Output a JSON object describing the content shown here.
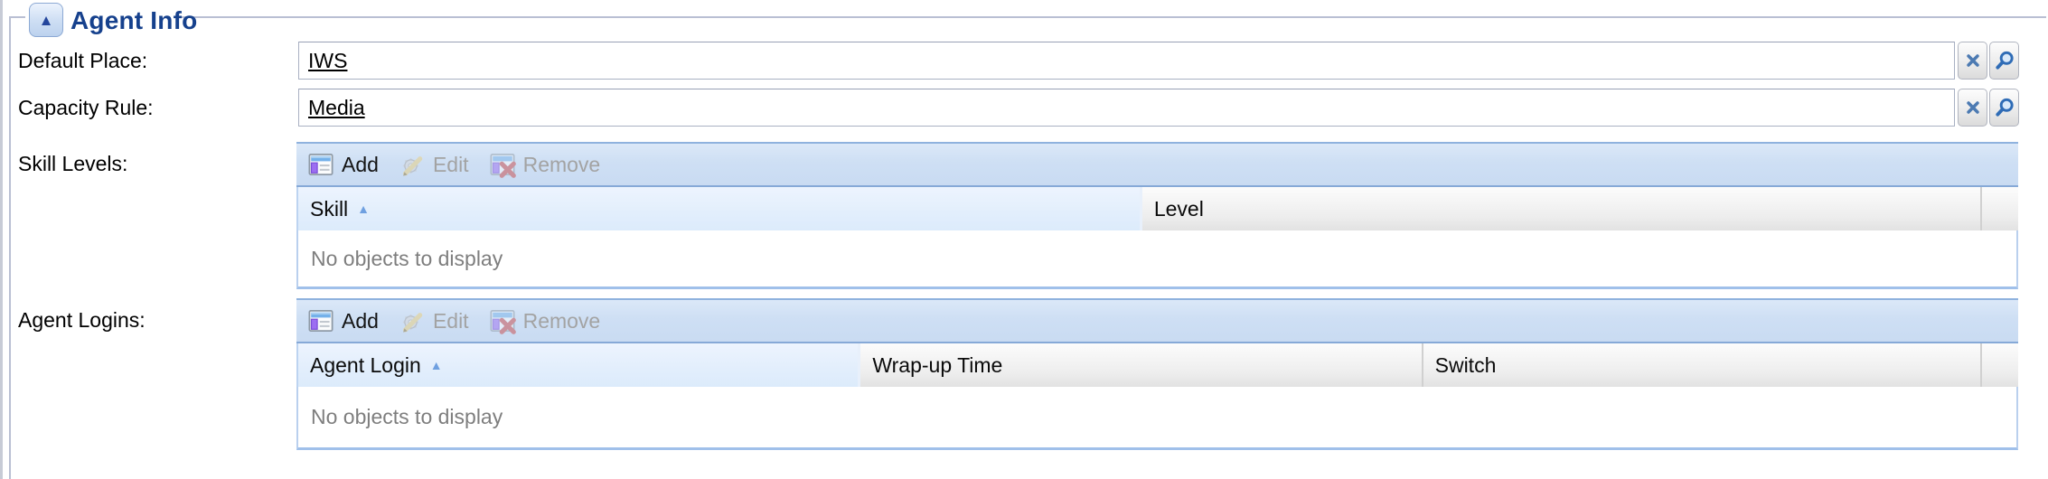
{
  "panel": {
    "title": "Agent Info",
    "collapse_icon": "chevron-up"
  },
  "icons": {
    "collapse": "▲",
    "sort_asc": "▲"
  },
  "fields": [
    {
      "label": "Default Place:",
      "value": "IWS",
      "clear_icon": "x-clear-icon",
      "lookup_icon": "magnifier-icon"
    },
    {
      "label": "Capacity Rule:",
      "value": "Media",
      "clear_icon": "x-clear-icon",
      "lookup_icon": "magnifier-icon"
    }
  ],
  "sections": [
    {
      "label": "Skill Levels:",
      "toolbar": [
        {
          "label": "Add",
          "enabled": true,
          "icon": "add-grid-icon"
        },
        {
          "label": "Edit",
          "enabled": false,
          "icon": "edit-gear-pencil-icon"
        },
        {
          "label": "Remove",
          "enabled": false,
          "icon": "remove-grid-icon"
        }
      ],
      "columns": [
        {
          "label": "Skill",
          "sort": "asc"
        },
        {
          "label": "Level",
          "sort": null
        },
        {
          "label": "",
          "sort": null
        }
      ],
      "empty_text": "No objects to display"
    },
    {
      "label": "Agent Logins:",
      "toolbar": [
        {
          "label": "Add",
          "enabled": true,
          "icon": "add-grid-icon"
        },
        {
          "label": "Edit",
          "enabled": false,
          "icon": "edit-gear-pencil-icon"
        },
        {
          "label": "Remove",
          "enabled": false,
          "icon": "remove-grid-icon"
        }
      ],
      "columns": [
        {
          "label": "Agent Login",
          "sort": "asc"
        },
        {
          "label": "Wrap-up Time",
          "sort": null
        },
        {
          "label": "Switch",
          "sort": null
        },
        {
          "label": "",
          "sort": null
        }
      ],
      "empty_text": "No objects to display"
    }
  ],
  "colors": {
    "title_accent": "#16418d",
    "toolbar_bg": "#cfe0f5",
    "sorted_header_bg": "#e4effd",
    "table_border_blue": "#a3c3ea",
    "disabled_text": "#a3a3a3",
    "icon_blue": "#2f6cb6"
  }
}
